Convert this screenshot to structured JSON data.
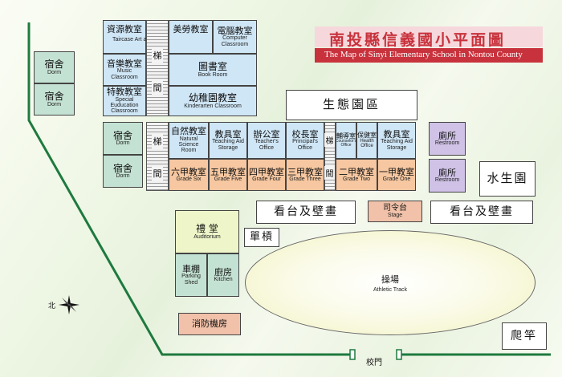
{
  "title": {
    "zh": "南投縣信義國小平面圖",
    "en": "The Map of Sinyi Elementary School in Nontou County"
  },
  "colors": {
    "title_bar": "#c8323c",
    "classroom": "#cfe6f6",
    "grade_room": "#f6c7a0",
    "dorm": "#c4e2d3",
    "restroom": "#cfc2e6",
    "fence_line": "#1e7a3e"
  },
  "rooms": {
    "dorm_left_1": {
      "zh": "宿舍",
      "en": "Dorm"
    },
    "dorm_left_2": {
      "zh": "宿舍",
      "en": "Dorm"
    },
    "dorm_mid_1": {
      "zh": "宿舍",
      "en": "Dorm"
    },
    "dorm_mid_2": {
      "zh": "宿舍",
      "en": "Dorm"
    },
    "resource": {
      "zh": "資源教室",
      "en": "Taircase Art and Craft Classroom"
    },
    "music": {
      "zh": "音樂教室",
      "en": "Music Classroom"
    },
    "special": {
      "zh": "特教教室",
      "en": "Special Euducation Classroom"
    },
    "art": {
      "zh": "美勞教室",
      "en": ""
    },
    "computer": {
      "zh": "電腦教室",
      "en": "Computer Classroom"
    },
    "library": {
      "zh": "圖書室",
      "en": "Book Room"
    },
    "kinder": {
      "zh": "幼稚園教室",
      "en": "Kinderarten Classroom"
    },
    "ecology": {
      "zh": "生態園區",
      "en": ""
    },
    "science": {
      "zh": "自然教室",
      "en": "Natural Science Room"
    },
    "storage_left": {
      "zh": "教具室",
      "en": "Teaching Aid Storage"
    },
    "office": {
      "zh": "辦公室",
      "en": "Teacher's Office"
    },
    "principal": {
      "zh": "校長室",
      "en": "Principal's Office"
    },
    "counselor": {
      "zh": "輔導室",
      "en": "Counselor's Office"
    },
    "health": {
      "zh": "保健室",
      "en": "Health Office"
    },
    "storage_right": {
      "zh": "教具室",
      "en": "Teaching Aid Storage"
    },
    "restroom_1": {
      "zh": "廁所",
      "en": "Restroom"
    },
    "restroom_2": {
      "zh": "廁所",
      "en": "Restroom"
    },
    "grade6": {
      "zh": "六甲教室",
      "en": "Grade Six"
    },
    "grade5": {
      "zh": "五甲教室",
      "en": "Grade Five"
    },
    "grade4": {
      "zh": "四甲教室",
      "en": "Grade Four"
    },
    "grade3": {
      "zh": "三甲教室",
      "en": "Grade Three"
    },
    "grade2": {
      "zh": "二甲教室",
      "en": "Grade Two"
    },
    "grade1": {
      "zh": "一甲教室",
      "en": "Grade One"
    },
    "pond": {
      "zh": "水生園",
      "en": ""
    },
    "stands_left": {
      "zh": "看台及壁畫",
      "en": ""
    },
    "stands_right": {
      "zh": "看台及壁畫",
      "en": ""
    },
    "stage": {
      "zh": "司令台",
      "en": "Stage"
    },
    "auditorium": {
      "zh": "禮 堂",
      "en": "Auditorium"
    },
    "parking": {
      "zh": "車棚",
      "en": "Parking Shed"
    },
    "kitchen": {
      "zh": "廚房",
      "en": "Kitchen"
    },
    "bars": {
      "zh": "單槓",
      "en": ""
    },
    "track": {
      "zh": "操場",
      "en": "Athletic Track"
    },
    "fire": {
      "zh": "消防機房",
      "en": ""
    },
    "flagpole": {
      "zh": "爬竿",
      "en": ""
    }
  },
  "stairs": {
    "ti": "梯",
    "jian": "間"
  },
  "compass": {
    "label": "北"
  },
  "gate": {
    "label": "校門"
  }
}
